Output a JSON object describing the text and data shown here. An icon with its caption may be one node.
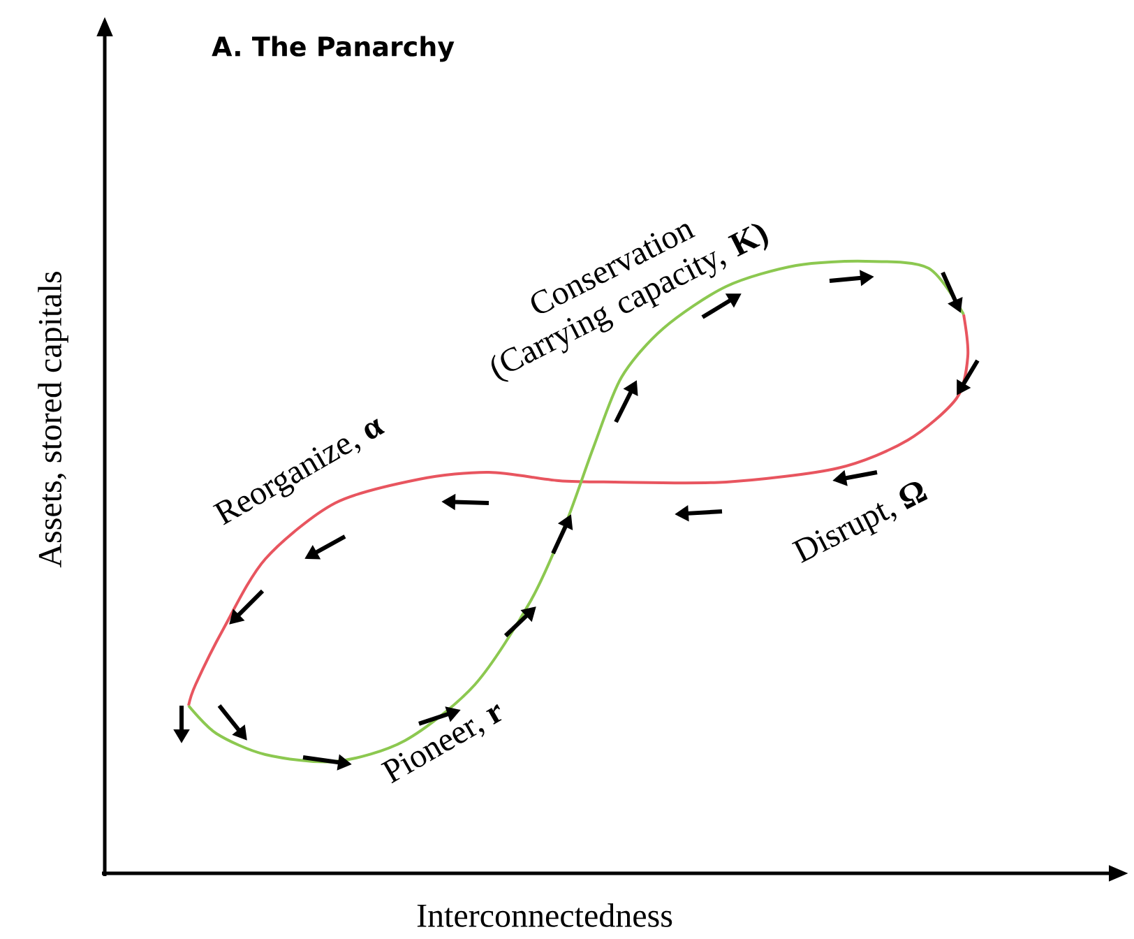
{
  "diagram": {
    "title": "A. The Panarchy",
    "labels": [
      "Conservation (Carrying capacity, **K)**",
      "Assets, stored capitals",
      "Reorganize, **α**",
      "Disrupt, **Ω**",
      "Pioneer, **r**",
      "Interconnectedness"
    ]
  }
}
